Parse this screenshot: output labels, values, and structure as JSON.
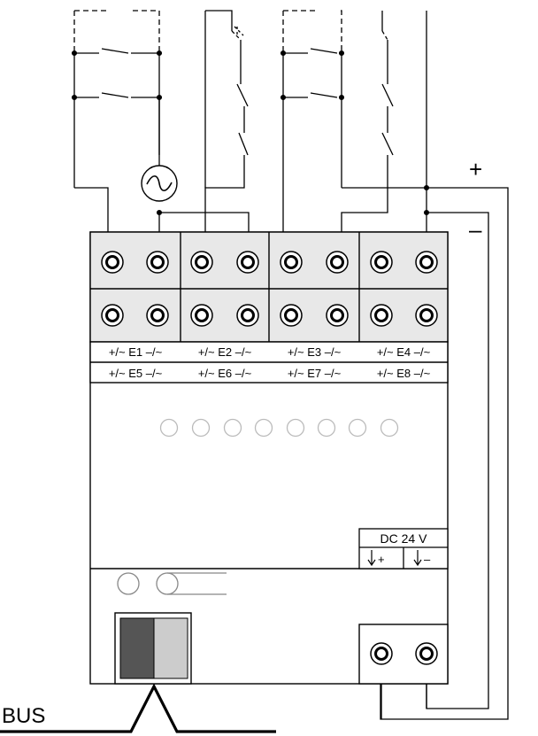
{
  "terminal_labels": {
    "row1": [
      "+/~ E1 –/~",
      "+/~ E2 –/~",
      "+/~ E3 –/~",
      "+/~ E4 –/~"
    ],
    "row2": [
      "+/~ E5 –/~",
      "+/~ E6 –/~",
      "+/~ E7 –/~",
      "+/~ E8 –/~"
    ]
  },
  "supply": {
    "title": "DC 24 V",
    "plus_label": "+",
    "minus_label": "–"
  },
  "polarity": {
    "plus": "+",
    "minus": "–"
  },
  "bus_label": "BUS",
  "icons": [
    "ac-source-icon",
    "led-indicator-icon",
    "screw-terminal-icon",
    "bus-connector-icon"
  ],
  "colors": {
    "line": "#000000",
    "terminal_bg": "#e8e8e8",
    "connector_dark": "#555555",
    "connector_light": "#cccccc"
  }
}
